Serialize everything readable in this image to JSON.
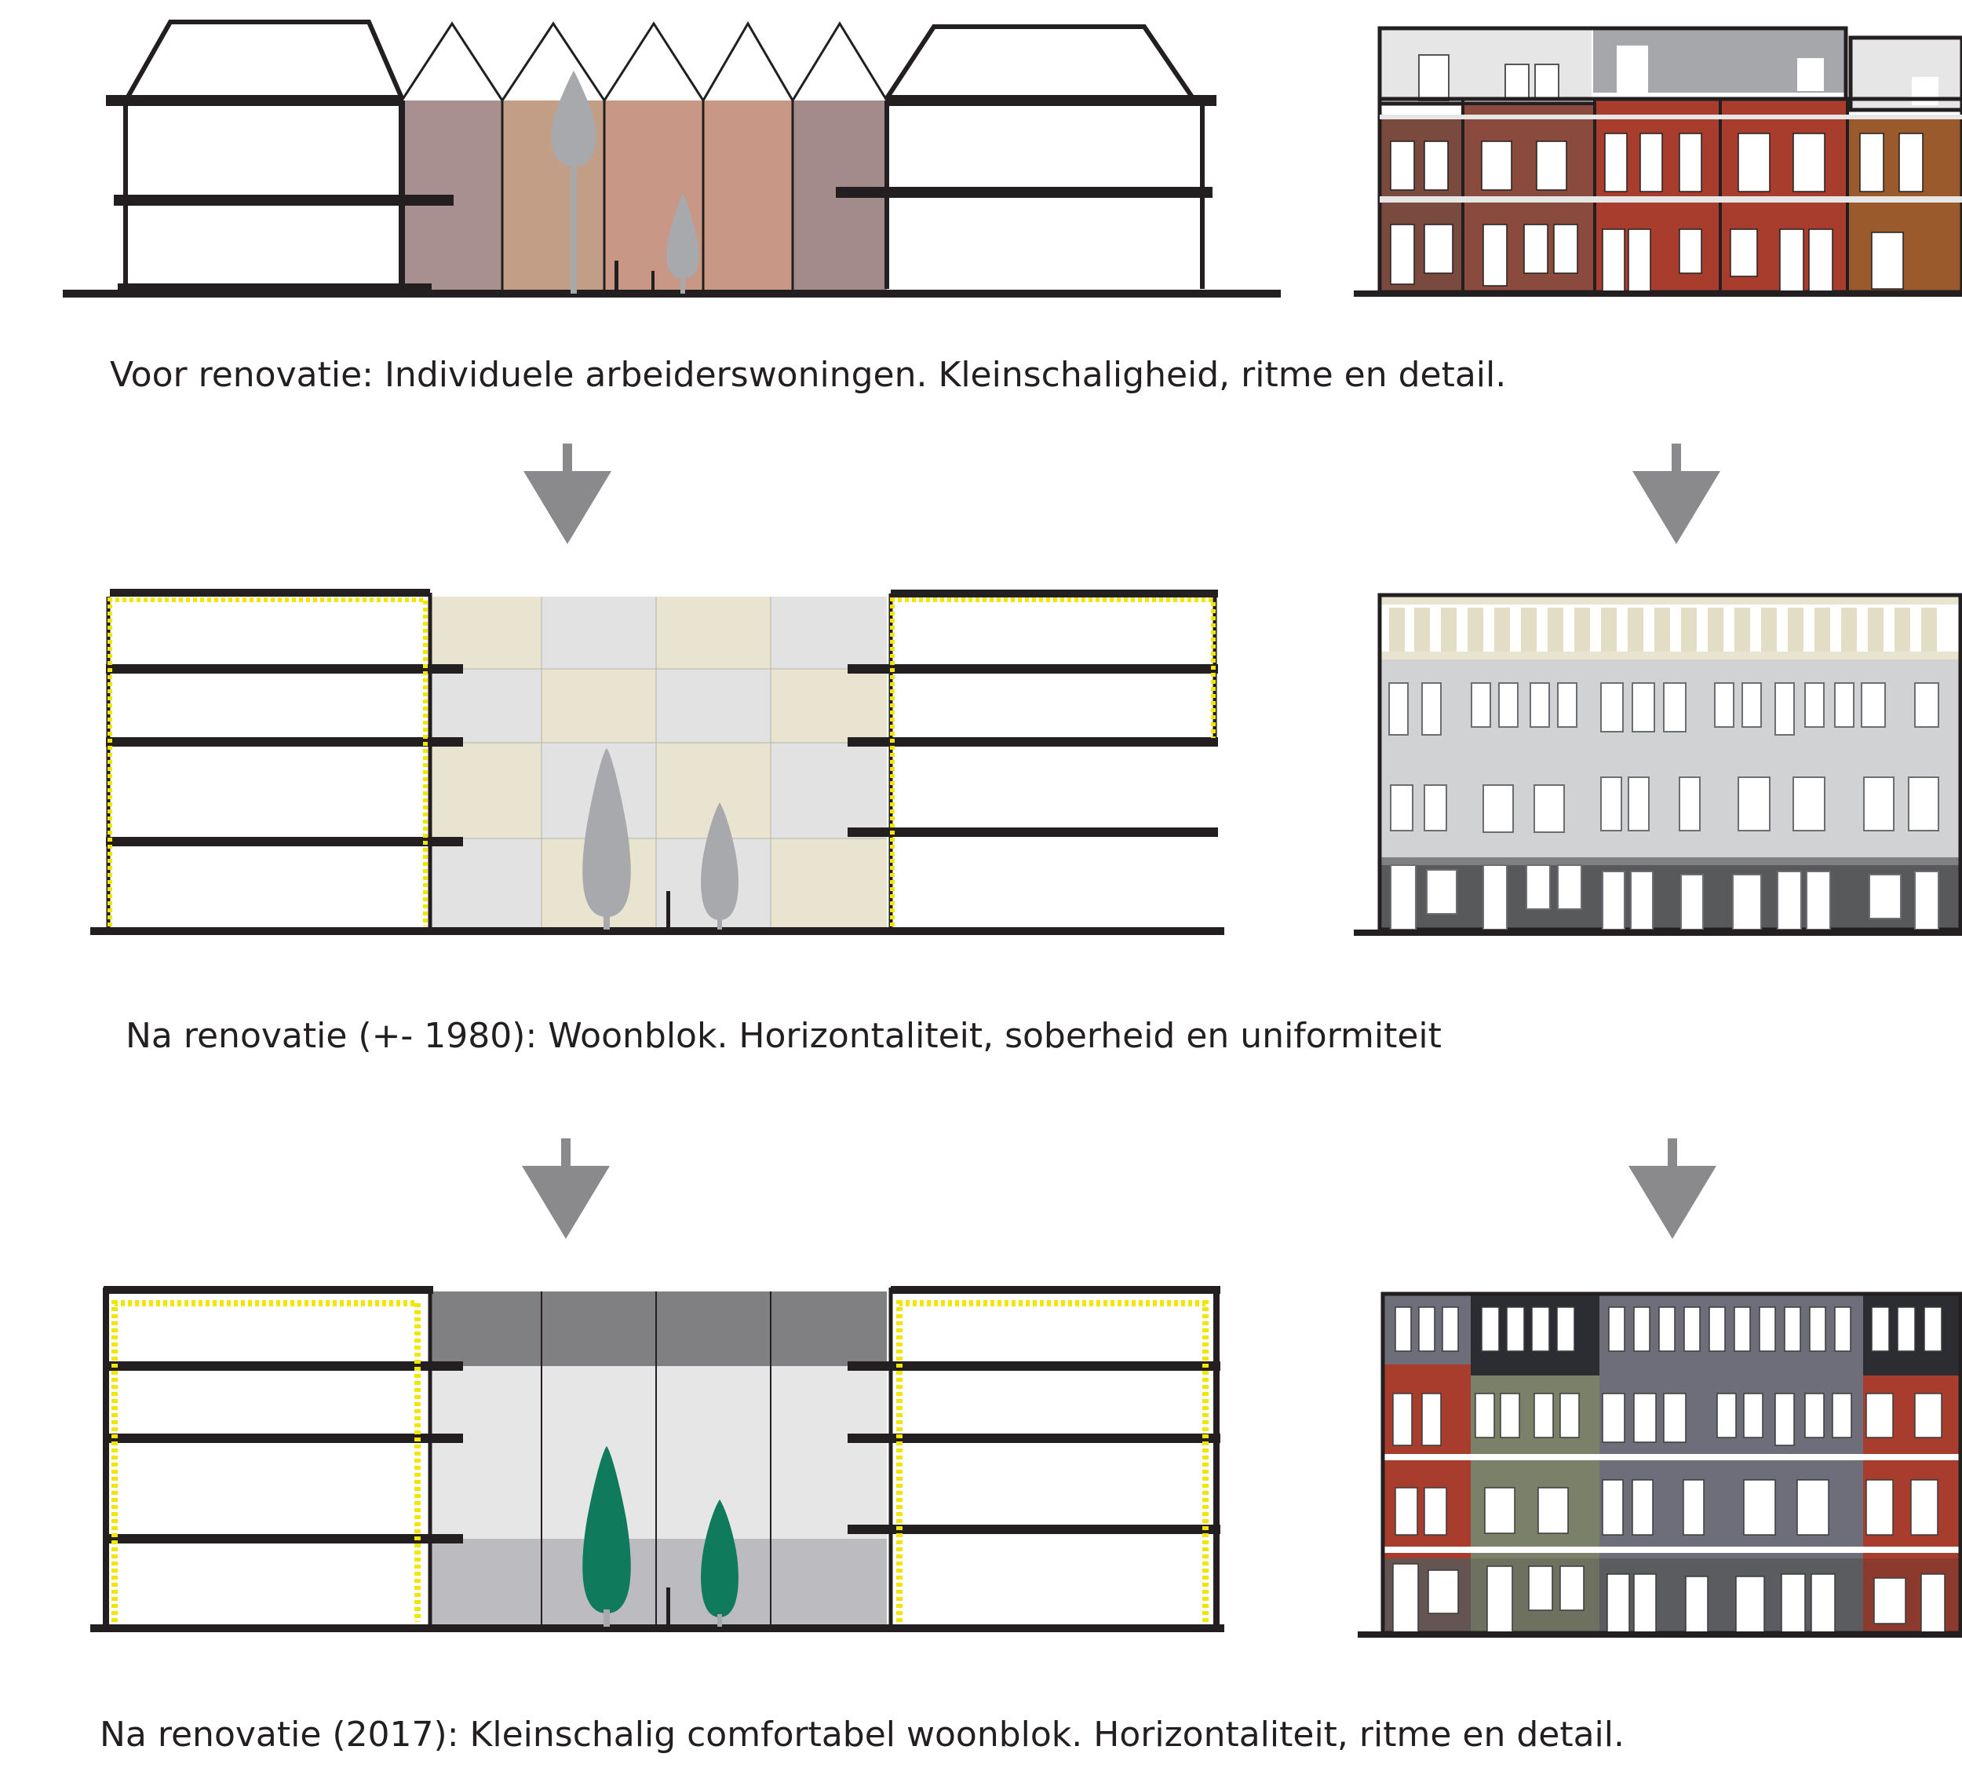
{
  "captions": {
    "before": "Voor renovatie: Individuele arbeiderswoningen. Kleinschaligheid, ritme en detail.",
    "after_1980": "Na renovatie (+- 1980): Woonblok. Horizontaliteit, soberheid en uniformiteit",
    "after_2017": "Na renovatie (2017): Kleinschalig comfortabel woonblok. Horizontaliteit, ritme en detail."
  },
  "colors": {
    "structure": "#231f20",
    "arrow": "#8a8a8c",
    "insulation": "#f2e600",
    "tree_grey": "#a7a9ac",
    "tree_green": "#0f7a5c",
    "courtyard_1": "#a89090",
    "courtyard_2": "#c39e86",
    "courtyard_3": "#c89786",
    "courtyard_4": "#a48b8b",
    "tile_beige": "#e8e4cf",
    "tile_grey": "#e2e2e2",
    "roof_dark_2017": "#808083",
    "wall_light_2017": "#e6e6e6",
    "base_2017": "#bcbcc0",
    "brick_red": "#a83c2d",
    "brick_brown": "#7b4a3f",
    "brick_orange": "#9a5a2c",
    "facade_grey_1980": "#d1d2d4",
    "facade_base_1980": "#58595b",
    "olive_2017": "#7b8069",
    "slate_2017": "#6d6e7a",
    "charcoal_2017": "#2b2d33"
  },
  "icons": [
    "down-arrow-icon",
    "tree-icon"
  ]
}
